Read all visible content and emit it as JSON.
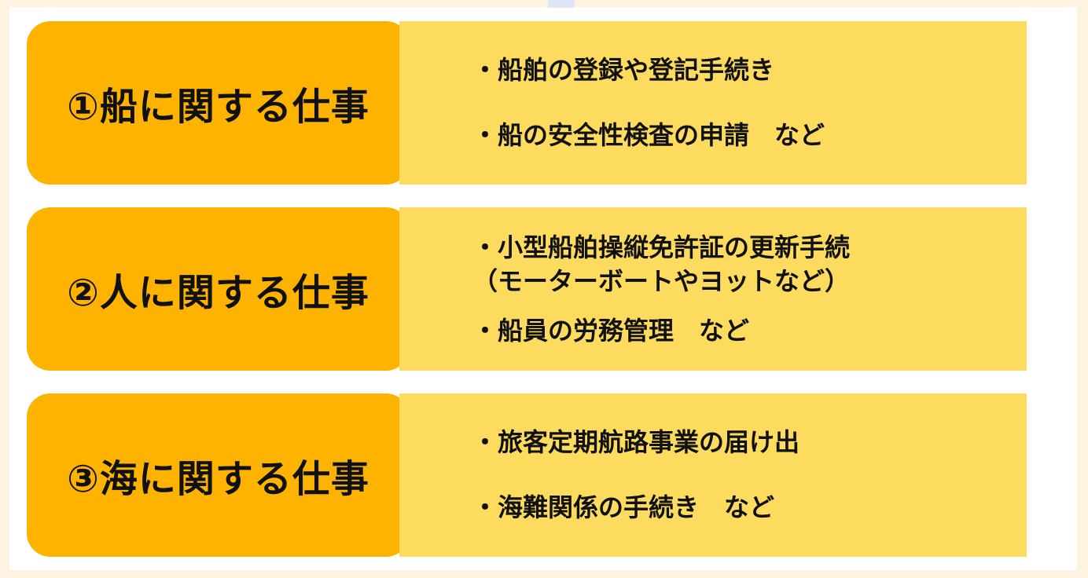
{
  "rows": [
    {
      "label": "①船に関する仕事",
      "items": [
        "・船舶の登録や登記手続き",
        "・船の安全性検査の申請　など"
      ]
    },
    {
      "label": "②人に関する仕事",
      "items": [
        "・小型船舶操縦免許証の更新手続",
        "（モーターボートやヨットなど）",
        "・船員の労務管理　など"
      ]
    },
    {
      "label": "③海に関する仕事",
      "items": [
        "・旅客定期航路事業の届け出",
        "・海難関係の手続き　など"
      ]
    }
  ],
  "colors": {
    "label_bg": "#fdb300",
    "detail_bg": "#fddb5e",
    "page_bg": "#fdf3e0"
  }
}
